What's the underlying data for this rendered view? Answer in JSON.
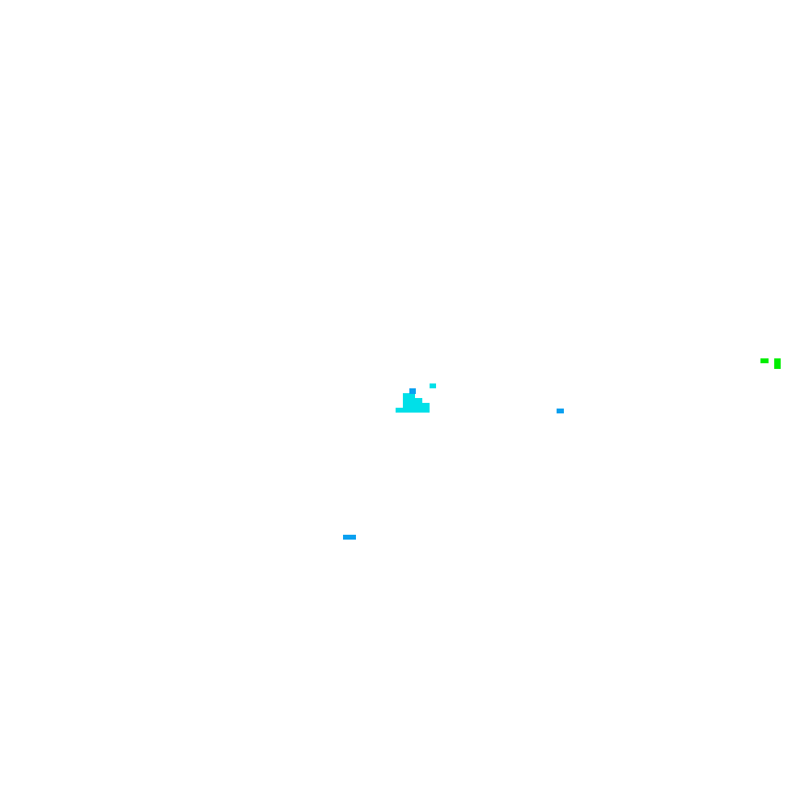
{
  "colors": {
    "background": "#ffffff",
    "cyan": "#00e0e8",
    "blue": "#0aa0f0",
    "green": "#00ee00"
  },
  "marks": [
    {
      "name": "cyan-pixel-cluster",
      "color_key": "cyan"
    },
    {
      "name": "cyan-pixel-speck",
      "color_key": "cyan"
    },
    {
      "name": "blue-pixel-top-of-cluster",
      "color_key": "blue"
    },
    {
      "name": "blue-pixel-speck-right",
      "color_key": "blue"
    },
    {
      "name": "blue-pixel-dash-lower-left",
      "color_key": "blue"
    },
    {
      "name": "green-pixel-dash",
      "color_key": "green"
    },
    {
      "name": "green-pixel-block",
      "color_key": "green"
    }
  ]
}
